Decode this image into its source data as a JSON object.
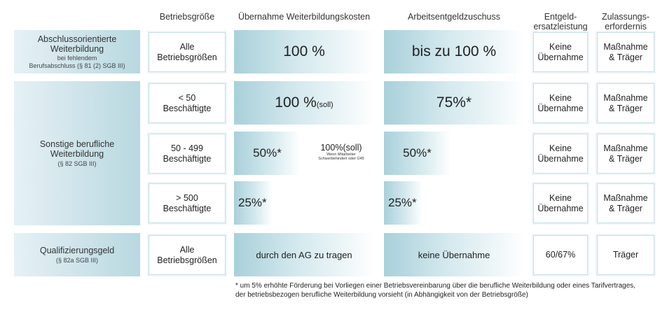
{
  "headers": {
    "size": "Betriebsgröße",
    "cost": "Übernahme Weiterbildungskosten",
    "wage": "Arbeitsentgeldzuschuss",
    "comp1": "Entgeld-",
    "comp2": "ersatzleistung",
    "req1": "Zulassungs-",
    "req2": "erfordernis"
  },
  "rows": {
    "r1": {
      "label_main": "Abschlussorientierte Weiterbildung",
      "label_sub1": "bei fehlendem",
      "label_sub2": "Berufsabschluss (§ 81 (2) SGB III)",
      "size1": "Alle",
      "size2": "Betriebsgrößen",
      "cost": "100 %",
      "wage": "bis zu 100 %",
      "comp1": "Keine",
      "comp2": "Übernahme",
      "req1": "Maßnahme",
      "req2": "& Träger"
    },
    "r2": {
      "label_main1": "Sonstige berufliche",
      "label_main2": "Weiterbildung",
      "label_sub": "(§ 82 SGB III)",
      "a": {
        "size1": "< 50",
        "size2": "Beschäftigte",
        "cost": "100 %",
        "cost_note": "(soll)",
        "wage": "75%*",
        "comp1": "Keine",
        "comp2": "Übernahme",
        "req1": "Maßnahme",
        "req2": "& Träger"
      },
      "b": {
        "size1": "50 - 499",
        "size2": "Beschäftigte",
        "cost": "50%*",
        "cost_alt": "100%(soll)",
        "cost_alt_note1": "Wenn Mitarbeiter",
        "cost_alt_note2": "Schwerbehindert oder Ü45",
        "wage": "50%*",
        "comp1": "Keine",
        "comp2": "Übernahme",
        "req1": "Maßnahme",
        "req2": "& Träger"
      },
      "c": {
        "size1": "> 500",
        "size2": "Beschäftigte",
        "cost": "25%*",
        "wage": "25%*",
        "comp1": "Keine",
        "comp2": "Übernahme",
        "req1": "Maßnahme",
        "req2": "& Träger"
      }
    },
    "r3": {
      "label_main": "Qualifizierungsgeld",
      "label_sub": "(§ 82a SGB III)",
      "size1": "Alle",
      "size2": "Betriebsgrößen",
      "cost": "durch den AG zu tragen",
      "wage": "keine Übernahme",
      "comp": "60/67%",
      "req": "Träger"
    }
  },
  "footnote1": "* um 5% erhöhte Förderung bei Vorliegen einer Betriebsvereinbarung über die berufliche Weiterbildung oder eines Tarifvertrages,",
  "footnote2": "der betriebsbezogen berufliche Weiterbildung vorsieht (in Abhängigkeit von der Betriebsgröße)",
  "colors": {
    "accent": "#a9d0da",
    "border": "#c5dde4"
  }
}
